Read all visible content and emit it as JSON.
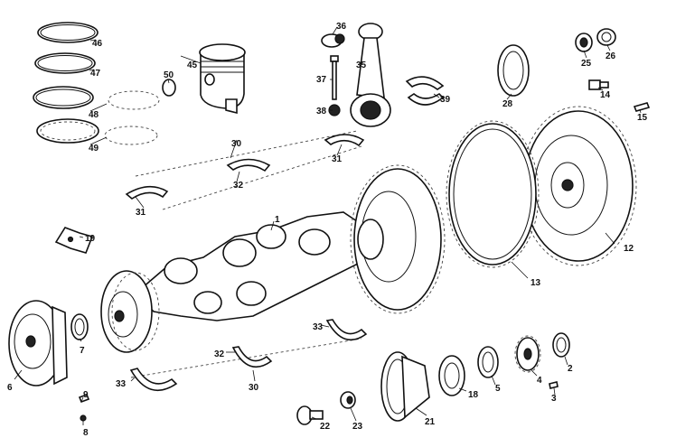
{
  "callouts": [
    {
      "id": "n46",
      "text": "46"
    },
    {
      "id": "n47",
      "text": "47"
    },
    {
      "id": "n48",
      "text": "48"
    },
    {
      "id": "n49",
      "text": "49"
    },
    {
      "id": "n45",
      "text": "45"
    },
    {
      "id": "n50",
      "text": "50"
    },
    {
      "id": "n36",
      "text": "36"
    },
    {
      "id": "n35",
      "text": "35"
    },
    {
      "id": "n37",
      "text": "37"
    },
    {
      "id": "n38",
      "text": "38"
    },
    {
      "id": "n39",
      "text": "39"
    },
    {
      "id": "n28",
      "text": "28"
    },
    {
      "id": "n25",
      "text": "25"
    },
    {
      "id": "n26",
      "text": "26"
    },
    {
      "id": "n14",
      "text": "14"
    },
    {
      "id": "n15",
      "text": "15"
    },
    {
      "id": "n30a",
      "text": "30"
    },
    {
      "id": "n31a",
      "text": "31"
    },
    {
      "id": "n32a",
      "text": "32"
    },
    {
      "id": "n31b",
      "text": "31"
    },
    {
      "id": "n1",
      "text": "1"
    },
    {
      "id": "n19",
      "text": "19"
    },
    {
      "id": "n12",
      "text": "12"
    },
    {
      "id": "n13",
      "text": "13"
    },
    {
      "id": "n6",
      "text": "6"
    },
    {
      "id": "n7",
      "text": "7"
    },
    {
      "id": "n33a",
      "text": "33"
    },
    {
      "id": "n32b",
      "text": "32"
    },
    {
      "id": "n33b",
      "text": "33"
    },
    {
      "id": "n30b",
      "text": "30"
    },
    {
      "id": "n9",
      "text": "9"
    },
    {
      "id": "n8",
      "text": "8"
    },
    {
      "id": "n22",
      "text": "22"
    },
    {
      "id": "n23",
      "text": "23"
    },
    {
      "id": "n21",
      "text": "21"
    },
    {
      "id": "n18",
      "text": "18"
    },
    {
      "id": "n5",
      "text": "5"
    },
    {
      "id": "n4",
      "text": "4"
    },
    {
      "id": "n3",
      "text": "3"
    },
    {
      "id": "n2",
      "text": "2"
    }
  ]
}
